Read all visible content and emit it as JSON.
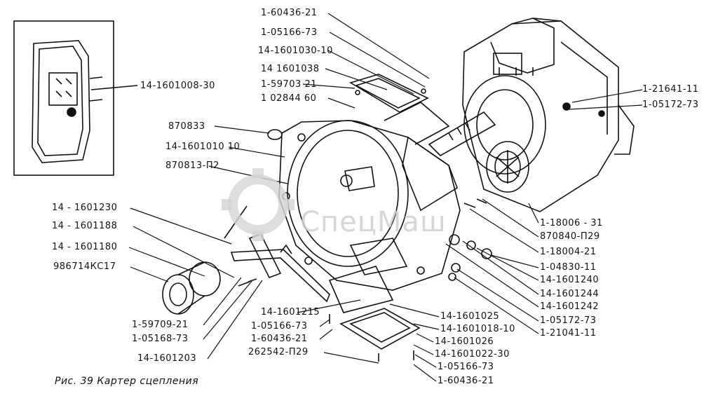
{
  "caption": "Рис. 39 Картер сцепления",
  "watermark": "СпецМаш",
  "labels": {
    "l1": "1-60436-21",
    "l2": "1-05166-73",
    "l3": "14-1601030-10",
    "l4": "14 1601038",
    "l5": "1-59703 21",
    "l6": "1 02844 60",
    "l7": "14-1601008-30",
    "l8": "870833",
    "l9": "14-1601010 10",
    "l10": "870813-П2",
    "l11": "1-21641-11",
    "l12": "1-05172-73",
    "l13": "14 - 1601230",
    "l14": "14 - 1601188",
    "l15": "14 - 1601180",
    "l16": "986714КС17",
    "l17": "1-18006 - 31",
    "l18": "870840-П29",
    "l19": "1-18004-21",
    "l20": "1-04830-11",
    "l21": "14-1601240",
    "l22": "14-1601244",
    "l23": "14-1601242",
    "l24": "1-05172-73",
    "l25": "1-21041-11",
    "l26": "14-1601215",
    "l27": "1-05166-73",
    "l28": "1-60436-21",
    "l29": "262542-П29",
    "l30": "1-59709-21",
    "l31": "1-05168-73",
    "l32": "14-1601203",
    "l33": "14-1601025",
    "l34": "14-1601018-10",
    "l35": "14-1601026",
    "l36": "14-1601022-30",
    "l37": "1-05166-73",
    "l38": "1-60436-21"
  }
}
